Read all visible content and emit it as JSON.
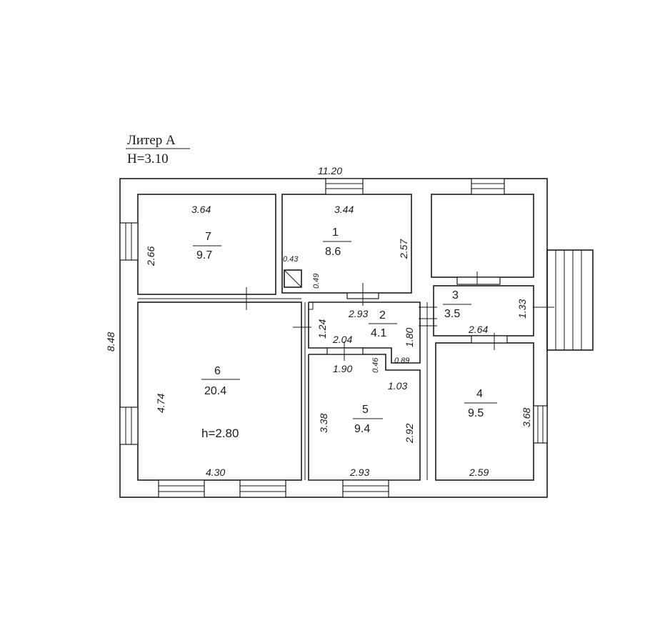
{
  "header": {
    "line1": "Литер А",
    "line2": "H=3.10"
  },
  "overall": {
    "width": "11.20",
    "depth": "8.48"
  },
  "rooms": [
    {
      "number": "7",
      "area": "9.7",
      "dims": [
        "3.64",
        "2.66"
      ]
    },
    {
      "number": "1",
      "area": "8.6",
      "dims": [
        "3.44",
        "2.57",
        "0.43",
        "0.49"
      ]
    },
    {
      "number": "3",
      "area": "3.5",
      "dims": [
        "1.33",
        "2.64"
      ]
    },
    {
      "number": "2",
      "area": "4.1",
      "dims": [
        "2.93",
        "1.80",
        "1.24",
        "2.04",
        "0.89",
        "0.46"
      ]
    },
    {
      "number": "6",
      "area": "20.4",
      "height": "h=2.80",
      "dims": [
        "4.74",
        "4.30"
      ]
    },
    {
      "number": "5",
      "area": "9.4",
      "dims": [
        "1.90",
        "1.03",
        "3.38",
        "2.92",
        "2.93"
      ]
    },
    {
      "number": "4",
      "area": "9.5",
      "dims": [
        "3.68",
        "2.59"
      ]
    }
  ]
}
